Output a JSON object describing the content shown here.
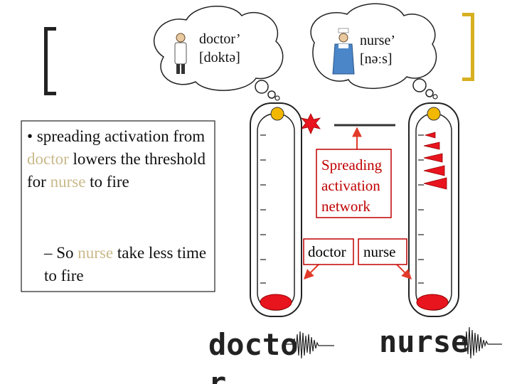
{
  "thought_doctor": {
    "word": "doctor’",
    "phonetic": "[doktə]"
  },
  "thought_nurse": {
    "word": "nurse’",
    "phonetic": "[nəːs]"
  },
  "bullet": {
    "marker": "•",
    "text_a": "spreading activation from ",
    "doctor": "doctor",
    "text_b": " lowers the threshold for ",
    "nurse": "nurse",
    "text_c": " to fire"
  },
  "sub_bullet": {
    "marker": "–",
    "text_a": " So ",
    "nurse": "nurse",
    "text_b": " take less time to fire"
  },
  "network": {
    "label": "Spreading activation network",
    "node_doctor": "doctor",
    "node_nurse": "nurse"
  },
  "big_words": {
    "doctor_line1": "docto",
    "doctor_line2": "r",
    "nurse": "nurse"
  },
  "colors": {
    "bracket": "#d6b020",
    "highlight": "#c9b98a",
    "network_red": "#c00000",
    "fill_red": "#e8141e",
    "bulb_yellow": "#f2b800",
    "arrow_red": "#e23a2a"
  }
}
